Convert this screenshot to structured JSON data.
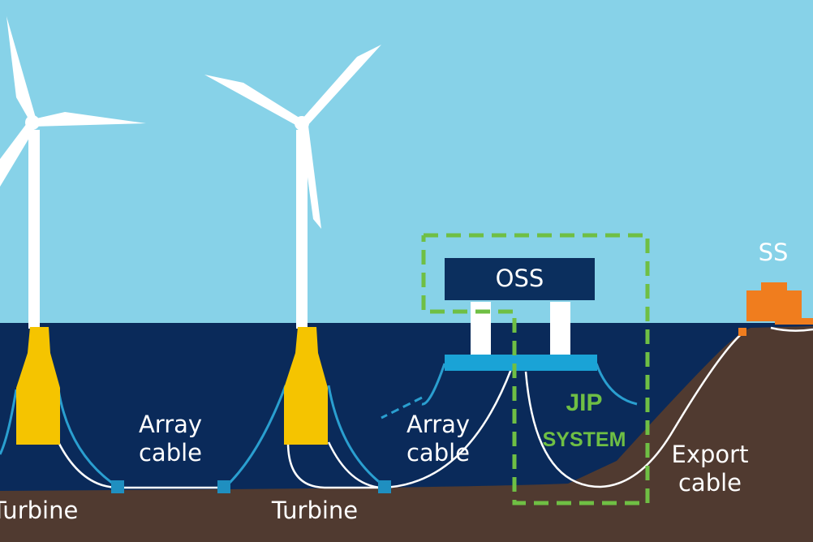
{
  "labels": {
    "oss": "OSS",
    "ss": "SS",
    "jip_line1": "JIP",
    "jip_line2": "SYSTEM",
    "array_cable_left": [
      "Array",
      "cable"
    ],
    "array_cable_right": [
      "Array",
      "cable"
    ],
    "export_cable": [
      "Export",
      "cable"
    ],
    "turbine_left": "Turbine",
    "turbine_right": "Turbine"
  },
  "colors": {
    "sky": "#87d2e8",
    "sea": "#0a2a5a",
    "seabed": "#503a30",
    "foundation": "#f5c400",
    "cable": "#ffffff",
    "dynamic_cable": "#2a9fd0",
    "platform": "#1aa3d6",
    "substation": "#f07d1e",
    "jip_box": "#6fbf44",
    "oss_box": "#0b2f5e"
  }
}
